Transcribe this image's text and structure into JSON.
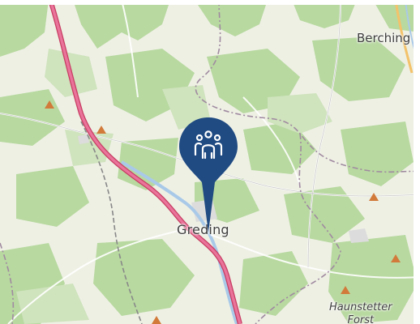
{
  "map": {
    "places": {
      "greding": "Greding",
      "berching": "Berching",
      "forest_line1": "Haunstetter",
      "forest_line2": "Forst"
    },
    "marker": {
      "icon": "group-people-icon",
      "color": "#1f4a82"
    },
    "colors": {
      "land": "#eef0e4",
      "forest": "#b8d9a0",
      "motorway": "#e2547a",
      "river": "#a9c9e8",
      "boundary": "#a08aa0",
      "peak": "#d27a3a"
    }
  }
}
